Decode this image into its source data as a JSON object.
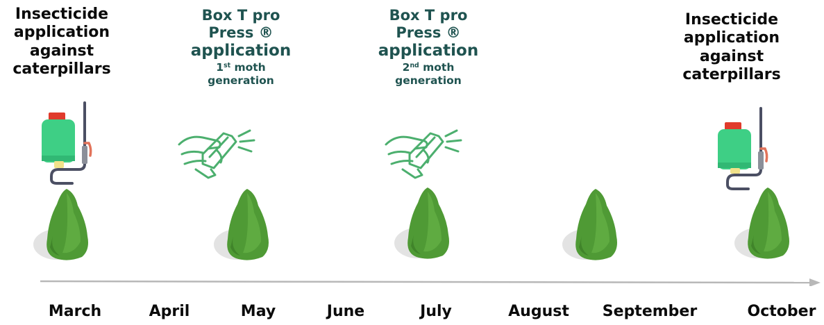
{
  "labels": {
    "left_insecticide": [
      "Insecticide",
      "application",
      "against",
      "caterpillars"
    ],
    "right_insecticide": [
      "Insecticide",
      "application",
      "against",
      "caterpillars"
    ],
    "box1": {
      "l1": "Box T pro",
      "l2": "Press ®",
      "l3": "application",
      "l4_num": "1",
      "l4_sup": "st",
      "l4_rest": " moth",
      "l5": "generation"
    },
    "box2": {
      "l1": "Box T pro",
      "l2": "Press ®",
      "l3": "application",
      "l4_num": "2",
      "l4_sup": "nd",
      "l4_rest": " moth",
      "l5": "generation"
    }
  },
  "months": [
    "March",
    "April",
    "May",
    "June",
    "July",
    "August",
    "September",
    "October"
  ],
  "colors": {
    "black_text": "#0b0b0b",
    "green_text": "#1f5350",
    "tree": "#4f9a35",
    "sprayer_tank": "#3ecf85",
    "sprayer_cap": "#e03b2c",
    "hand_icon": "#4caf6e",
    "axis": "#b8b8b8"
  },
  "icons": [
    "backpack-sprayer-icon",
    "hand-spray-icon",
    "boxwood-tree-icon"
  ]
}
